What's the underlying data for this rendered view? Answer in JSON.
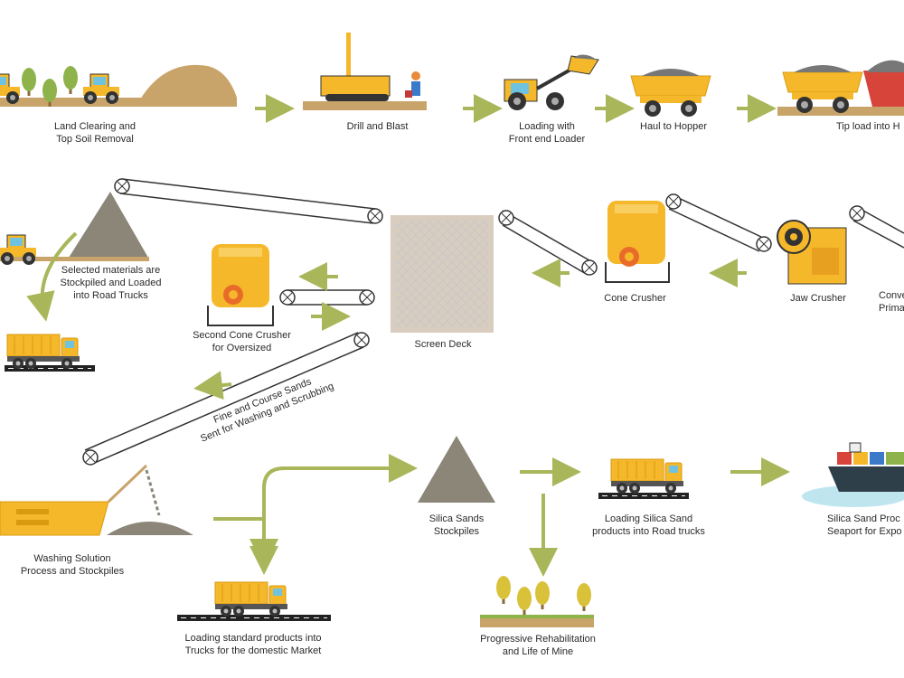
{
  "steps": {
    "land_clearing": [
      "Land Clearing and",
      "Top Soil Removal"
    ],
    "drill_blast": [
      "Drill and Blast"
    ],
    "loading_loader": [
      "Loading with",
      "Front end Loader"
    ],
    "haul_hopper": [
      "Haul to Hopper"
    ],
    "tip_load": [
      "Tip load into H"
    ],
    "stockpiled": [
      "Selected materials are",
      "Stockpiled and Loaded",
      "into Road Trucks"
    ],
    "cone_crusher": [
      "Cone Crusher"
    ],
    "jaw_crusher": [
      "Jaw Crusher"
    ],
    "conveyor_primary": [
      "Conve",
      "Prima"
    ],
    "second_cone": [
      "Second Cone Crusher",
      "for Oversized"
    ],
    "screen_deck": [
      "Screen Deck"
    ],
    "fine_course": [
      "Fine and Course Sands",
      "Sent for Washing and Scrubbing"
    ],
    "washing": [
      "Washing Solution",
      "Process and Stockpiles"
    ],
    "silica_stockpiles": [
      "Silica Sands",
      "Stockpiles"
    ],
    "loading_silica": [
      "Loading Silica Sand",
      "products into Road trucks"
    ],
    "seaport": [
      "Silica Sand Proc",
      "Seaport for Expo"
    ],
    "domestic": [
      "Loading standard products into",
      "Trucks for the domestic Market"
    ],
    "rehab": [
      "Progressive Rehabilitation",
      "and Life of Mine"
    ]
  },
  "colors": {
    "arrow": "#aab65a",
    "truck_yellow": "#f5b82a",
    "truck_dark": "#3a3a3a",
    "pile": "#8c8678",
    "ground": "#c9a46a",
    "screen": "#d8cdbf",
    "tree": "#8db34a"
  }
}
